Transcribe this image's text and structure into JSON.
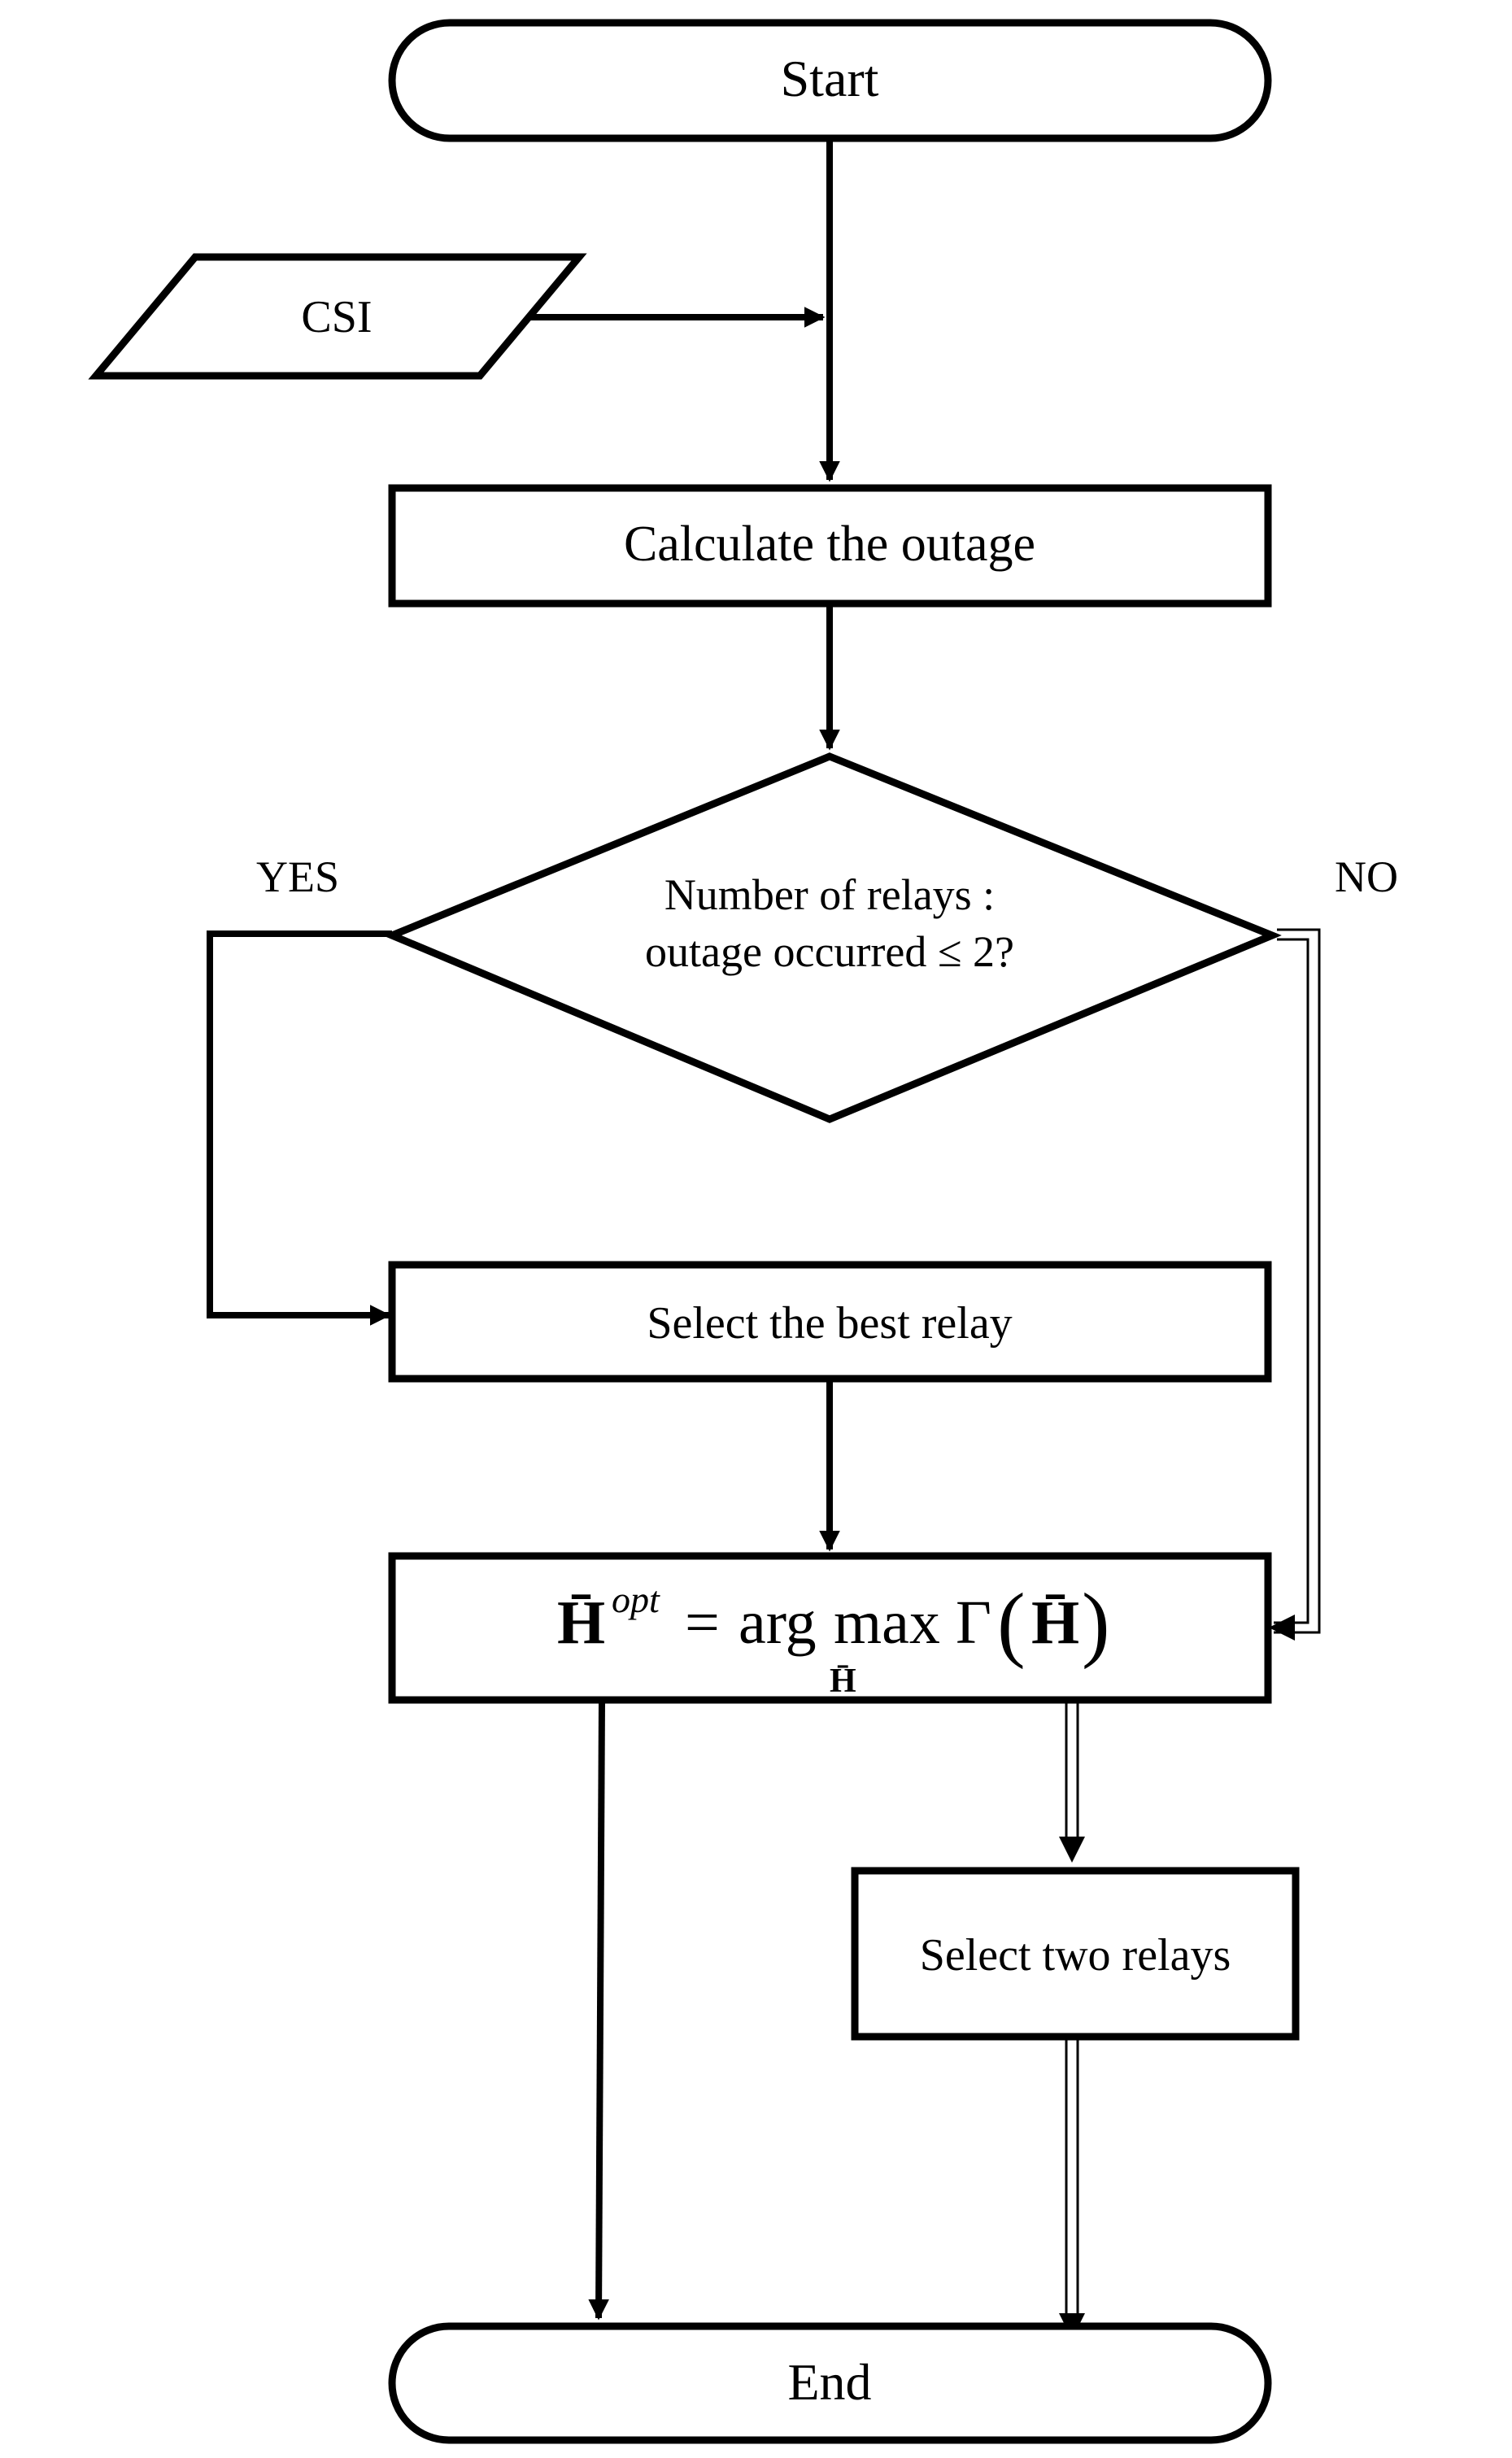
{
  "flowchart": {
    "start_label": "Start",
    "input_label": "CSI",
    "calculate_label": "Calculate the outage",
    "decision_line1": "Number of relays :",
    "decision_line2": "outage occurred ≤ 2?",
    "yes_label": "YES",
    "no_label": "NO",
    "best_relay_label": "Select the best relay",
    "formula": {
      "lhs": "H̄",
      "lhs_superscript": "opt",
      "equals": "=",
      "arg": "arg",
      "max": "max",
      "max_subscript": "H̄",
      "gamma": "Γ",
      "open_paren": "(",
      "argument": "H̄",
      "close_paren": ")"
    },
    "two_relays_label": "Select two relays",
    "end_label": "End"
  }
}
